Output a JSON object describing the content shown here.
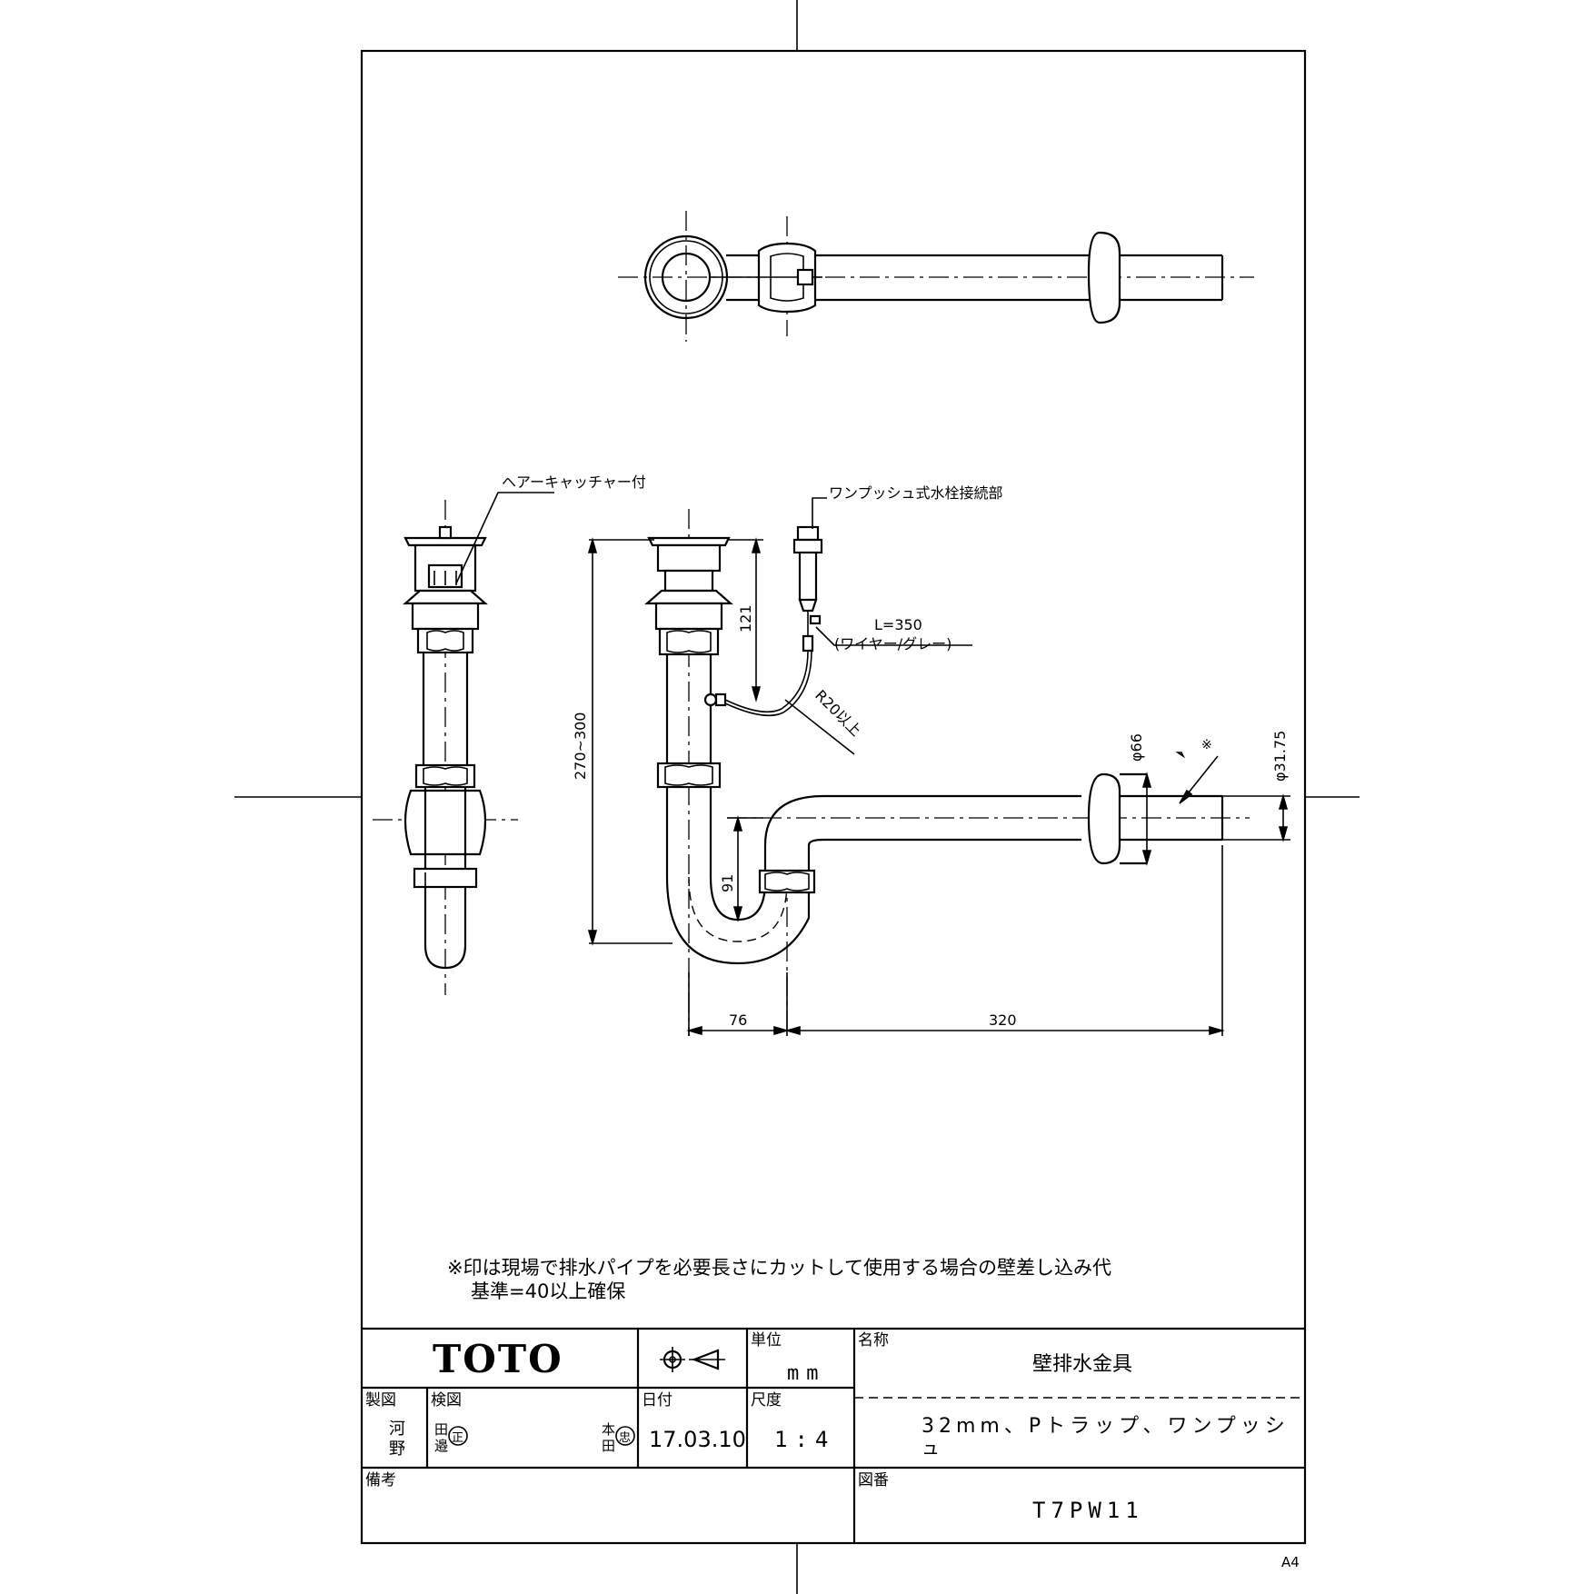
{
  "labels": {
    "hair_catcher": "ヘアーキャッチャー付",
    "one_push_connection": "ワンプッシュ式水栓接続部",
    "wire_length": "L=350",
    "wire_spec": "(ワイヤー/グレー)",
    "bend_radius": "R20以上",
    "asterisk": "※"
  },
  "dimensions": {
    "height_range": "270~300",
    "d121": "121",
    "d91": "91",
    "d76": "76",
    "d320": "320",
    "phi66": "φ66",
    "phi3175": "φ31.75"
  },
  "note": {
    "line1": "※印は現場で排水パイプを必要長さにカットして使用する場合の壁差し込み代",
    "line2": "基準=40以上確保"
  },
  "title_block": {
    "brand": "TOTO",
    "unit_label": "単位",
    "unit_value": "mm",
    "name_label": "名称",
    "name_value": "壁排水金具",
    "drawn_label": "製図",
    "drawn_by_1": "河",
    "drawn_by_2": "野",
    "checked_label": "検図",
    "checker_1_top": "田",
    "checker_1_bottom": "邉",
    "checker_1_seal": "正",
    "checker_2_top": "本",
    "checker_2_bottom": "田",
    "checker_2_seal": "忠",
    "date_label": "日付",
    "date_value": "17.03.10",
    "scale_label": "尺度",
    "scale_value": "1:4",
    "description_line1": "32mm、Pトラップ、ワンプッシ",
    "description_line2": "ュ",
    "remarks_label": "備考",
    "drawing_no_label": "図番",
    "drawing_no_value": "T7PW11"
  },
  "paper_size": "A4"
}
